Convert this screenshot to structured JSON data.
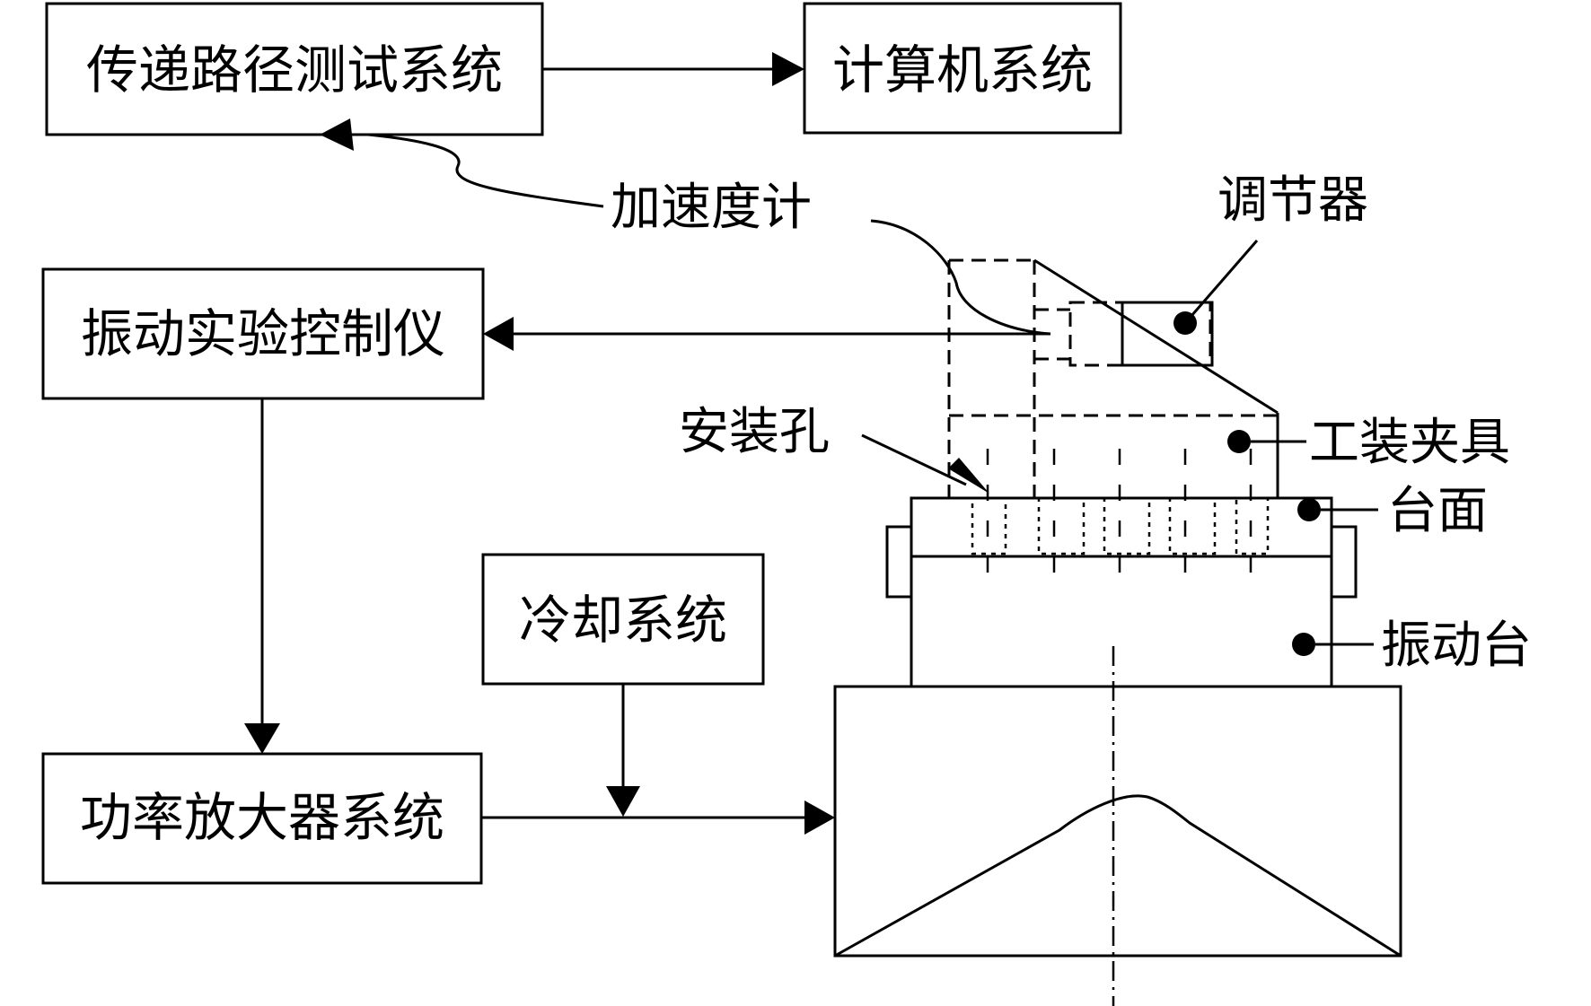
{
  "boxes": {
    "transfer_path_test": "传递路径测试系统",
    "computer": "计算机系统",
    "vibration_controller": "振动实验控制仪",
    "cooling": "冷却系统",
    "power_amplifier": "功率放大器系统"
  },
  "callouts": {
    "accelerometer": "加速度计",
    "regulator": "调节器",
    "mounting_hole": "安装孔",
    "fixture": "工装夹具",
    "table_top": "台面",
    "shaker": "振动台"
  },
  "colors": {
    "stroke": "#000000",
    "background": "#ffffff"
  }
}
